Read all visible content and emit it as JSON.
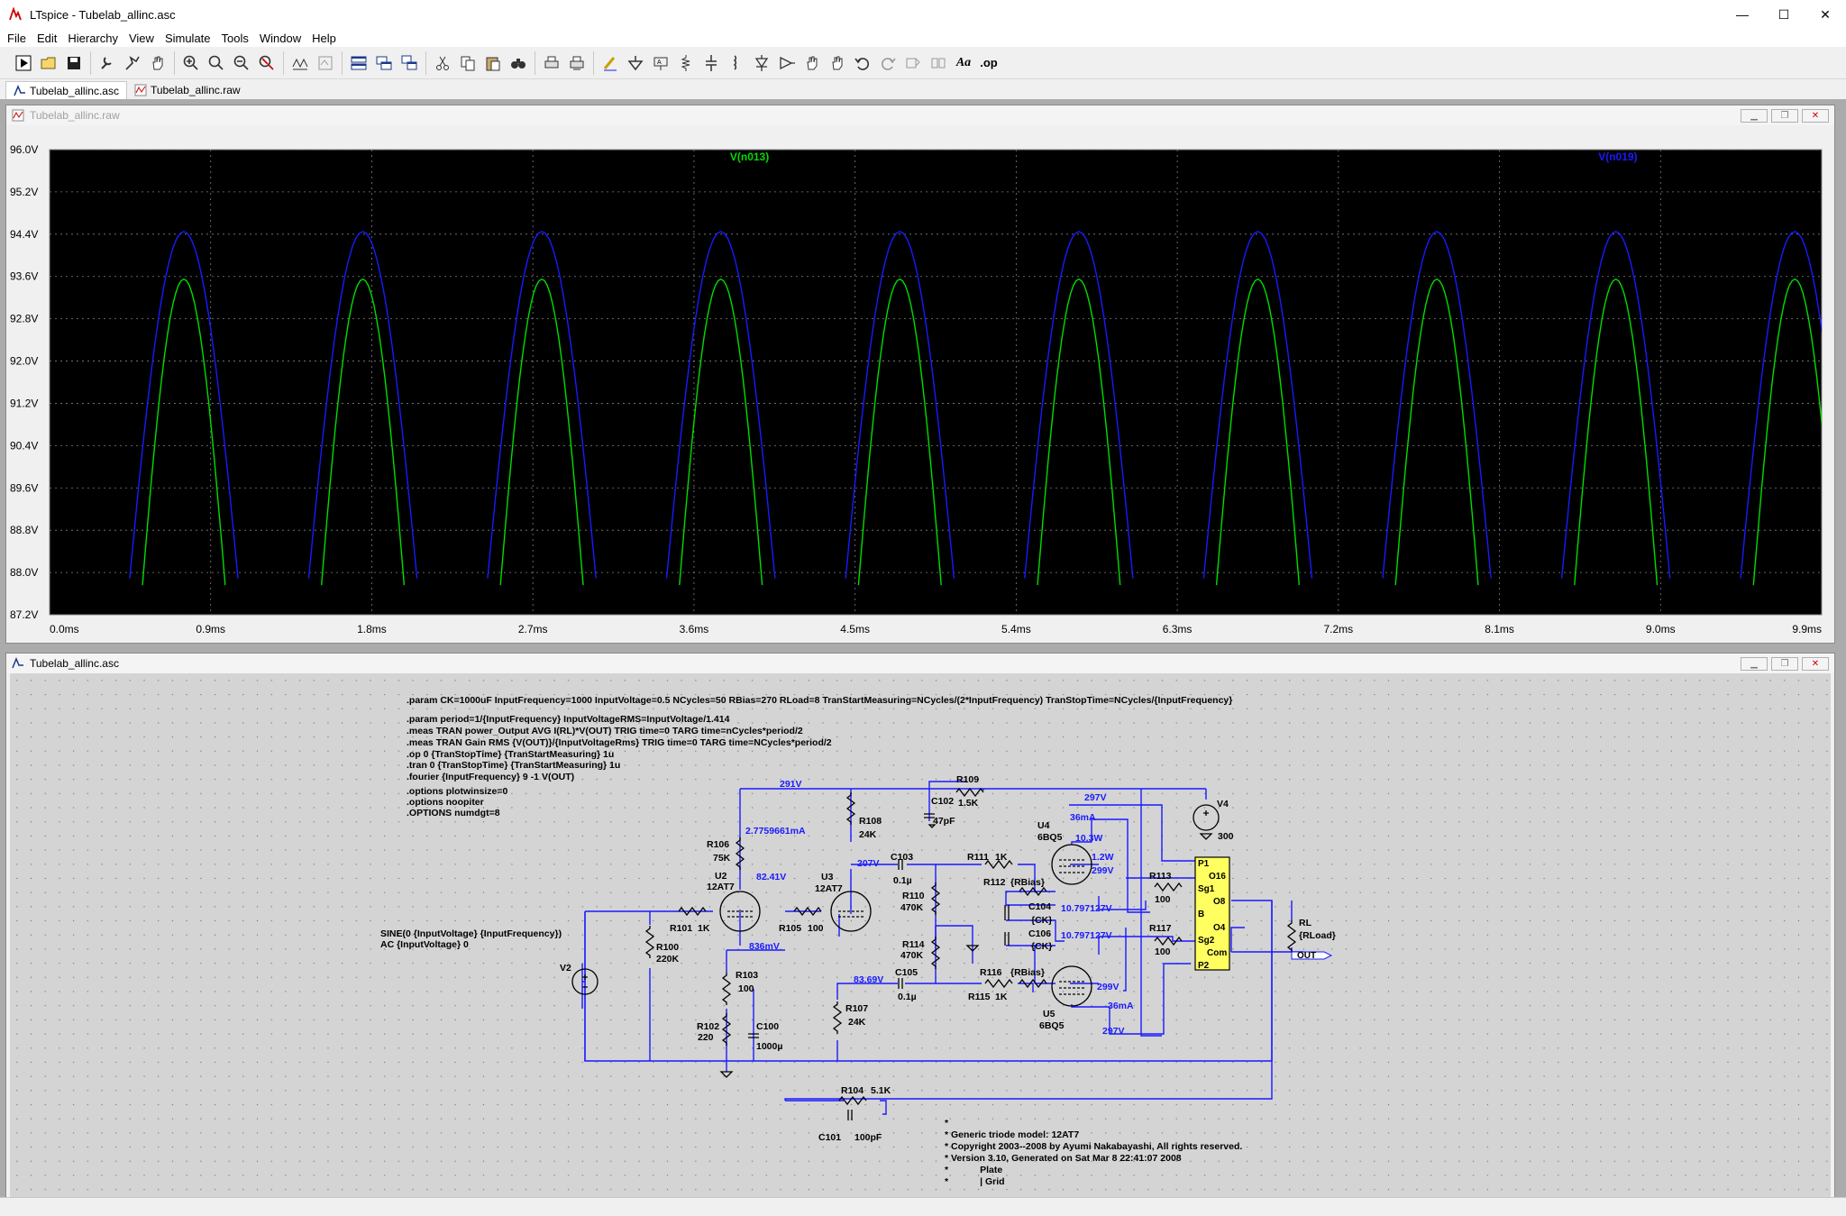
{
  "window": {
    "title": "LTspice - Tubelab_allinc.asc",
    "minimize": "—",
    "maximize": "☐",
    "close": "✕"
  },
  "menu": [
    "File",
    "Edit",
    "Hierarchy",
    "View",
    "Simulate",
    "Tools",
    "Window",
    "Help"
  ],
  "toolbar": {
    "icons": [
      "run-icon",
      "open-icon",
      "save-icon",
      "control-panel-icon",
      "probe-icon",
      "pan-hand-icon",
      "zoom-in-icon",
      "zoom-area-icon",
      "zoom-out-icon",
      "zoom-fit-icon",
      "autorange-icon",
      "trace-visibility-icon",
      "tile-horizontal-icon",
      "tile-vertical-icon",
      "cascade-icon",
      "cut-icon",
      "copy-icon",
      "paste-icon",
      "find-icon",
      "print-icon",
      "print-setup-icon",
      "wire-icon",
      "ground-icon",
      "net-label-icon",
      "resistor-icon",
      "capacitor-icon",
      "inductor-icon",
      "diode-icon",
      "component-icon",
      "move-icon",
      "drag-icon",
      "undo-icon",
      "redo-icon",
      "rotate-icon",
      "mirror-icon",
      "text-icon",
      "spice-directive-icon"
    ],
    "spice_directive_label": ".op",
    "text_label": "Aa"
  },
  "tabs": [
    {
      "label": "Tubelab_allinc.asc",
      "icon": "schematic-icon",
      "active": true
    },
    {
      "label": "Tubelab_allinc.raw",
      "icon": "waveform-icon",
      "active": false
    }
  ],
  "waveform_window": {
    "title": "Tubelab_allinc.raw",
    "traces": [
      {
        "name": "V(n013)",
        "color": "#00dd00"
      },
      {
        "name": "V(n019)",
        "color": "#1a1aff"
      }
    ]
  },
  "chart_data": {
    "type": "line",
    "xlim": [
      0,
      9.9
    ],
    "ylim": [
      87.2,
      96.0
    ],
    "x_ticks": [
      "0.0ms",
      "0.9ms",
      "1.8ms",
      "2.7ms",
      "3.6ms",
      "4.5ms",
      "5.4ms",
      "6.3ms",
      "7.2ms",
      "8.1ms",
      "9.0ms",
      "9.9ms"
    ],
    "y_ticks": [
      "96.0V",
      "95.2V",
      "94.4V",
      "93.6V",
      "92.8V",
      "92.0V",
      "91.2V",
      "90.4V",
      "89.6V",
      "88.8V",
      "88.0V",
      "87.2V"
    ],
    "grid": true,
    "legend": "top",
    "series": [
      {
        "name": "V(n013)",
        "color": "#00dd00",
        "period_ms": 1.0,
        "peak_times_ms": [
          0.75,
          1.75,
          2.75,
          3.75,
          4.75,
          5.75,
          6.75,
          7.75,
          8.75,
          9.75
        ],
        "peak_v": 93.55,
        "width_ms_at_87_2": 0.42
      },
      {
        "name": "V(n019)",
        "color": "#1a1aff",
        "period_ms": 1.0,
        "peak_times_ms": [
          0.75,
          1.75,
          2.75,
          3.75,
          4.75,
          5.75,
          6.75,
          7.75,
          8.75,
          9.75
        ],
        "peak_v": 94.45,
        "width_ms_at_87_2": 0.55
      }
    ]
  },
  "schematic_window": {
    "title": "Tubelab_allinc.asc",
    "directives": [
      ".param CK=1000uF InputFrequency=1000 InputVoltage=0.5 NCycles=50 RBias=270 RLoad=8 TranStartMeasuring=NCycles/(2*InputFrequency) TranStopTime=NCycles/{InputFrequency}",
      ".param period=1/{InputFrequency} InputVoltageRMS=InputVoltage/1.414",
      ".meas TRAN power_Output AVG I(RL)*V(OUT) TRIG time=0 TARG time=nCycles*period/2",
      ".meas TRAN Gain RMS {V(OUT)}/{InputVoltageRms} TRIG time=0 TARG time=NCycles*period/2",
      ".op 0 {TranStopTime} {TranStartMeasuring} 1u",
      ".tran 0 {TranStopTime} {TranStartMeasuring} 1u",
      ".fourier {InputFrequency} 9 -1 V(OUT)",
      ".options plotwinsize=0",
      ".options noopiter",
      ".OPTIONS numdgt=8"
    ],
    "source_text": [
      "SINE(0 {InputVoltage} {InputFrequency})",
      "AC {InputVoltage} 0"
    ],
    "components": [
      {
        "ref": "R109",
        "value": "1.5K"
      },
      {
        "ref": "C102",
        "value": "47pF"
      },
      {
        "ref": "R108",
        "value": "24K"
      },
      {
        "ref": "R106",
        "value": "75K"
      },
      {
        "ref": "U2",
        "value": "12AT7"
      },
      {
        "ref": "U3",
        "value": "12AT7"
      },
      {
        "ref": "C103",
        "value": "0.1µ"
      },
      {
        "ref": "R111",
        "value": "1K"
      },
      {
        "ref": "R112",
        "value": "{RBias}"
      },
      {
        "ref": "R110",
        "value": "470K"
      },
      {
        "ref": "C104",
        "value": "{CK}"
      },
      {
        "ref": "C106",
        "value": "{CK}"
      },
      {
        "ref": "R114",
        "value": "470K"
      },
      {
        "ref": "R116",
        "value": "{RBias}"
      },
      {
        "ref": "R115",
        "value": "1K"
      },
      {
        "ref": "C105",
        "value": "0.1µ"
      },
      {
        "ref": "R101",
        "value": "1K"
      },
      {
        "ref": "R105",
        "value": "100"
      },
      {
        "ref": "R100",
        "value": "220K"
      },
      {
        "ref": "R103",
        "value": "100"
      },
      {
        "ref": "R107",
        "value": "24K"
      },
      {
        "ref": "R102",
        "value": "220"
      },
      {
        "ref": "C100",
        "value": "1000µ"
      },
      {
        "ref": "R104",
        "value": "5.1K"
      },
      {
        "ref": "C101",
        "value": "100pF"
      },
      {
        "ref": "U4",
        "value": "6BQ5"
      },
      {
        "ref": "U5",
        "value": "6BQ5"
      },
      {
        "ref": "R113",
        "value": "100"
      },
      {
        "ref": "R117",
        "value": "100"
      },
      {
        "ref": "V4",
        "value": "300"
      },
      {
        "ref": "RL",
        "value": "{RLoad}"
      },
      {
        "ref": "V2",
        "value": ""
      }
    ],
    "node_labels": [
      "291V",
      "2.7759661mA",
      "207V",
      "82.41V",
      "836mV",
      "83.69V",
      "297V",
      "36mA",
      "10.3W",
      "1.2W",
      "299V",
      "10.797127V",
      "10.797127V",
      "299V",
      "36mA",
      "297V"
    ],
    "transformer_pins": [
      "P1",
      "O16",
      "Sg1",
      "O8",
      "B",
      "O4",
      "Sg2",
      "Com",
      "P2"
    ],
    "out_label": "OUT",
    "comment_lines": [
      "*",
      "* Generic triode model: 12AT7",
      "* Copyright 2003--2008 by Ayumi Nakabayashi, All rights reserved.",
      "* Version 3.10, Generated on Sat Mar  8 22:41:07 2008",
      "*            Plate",
      "*            | Grid"
    ]
  },
  "colors": {
    "wire": "#1a1aff",
    "label": "#1a1aff",
    "plot_bg": "#000000",
    "grid": "#808080"
  }
}
